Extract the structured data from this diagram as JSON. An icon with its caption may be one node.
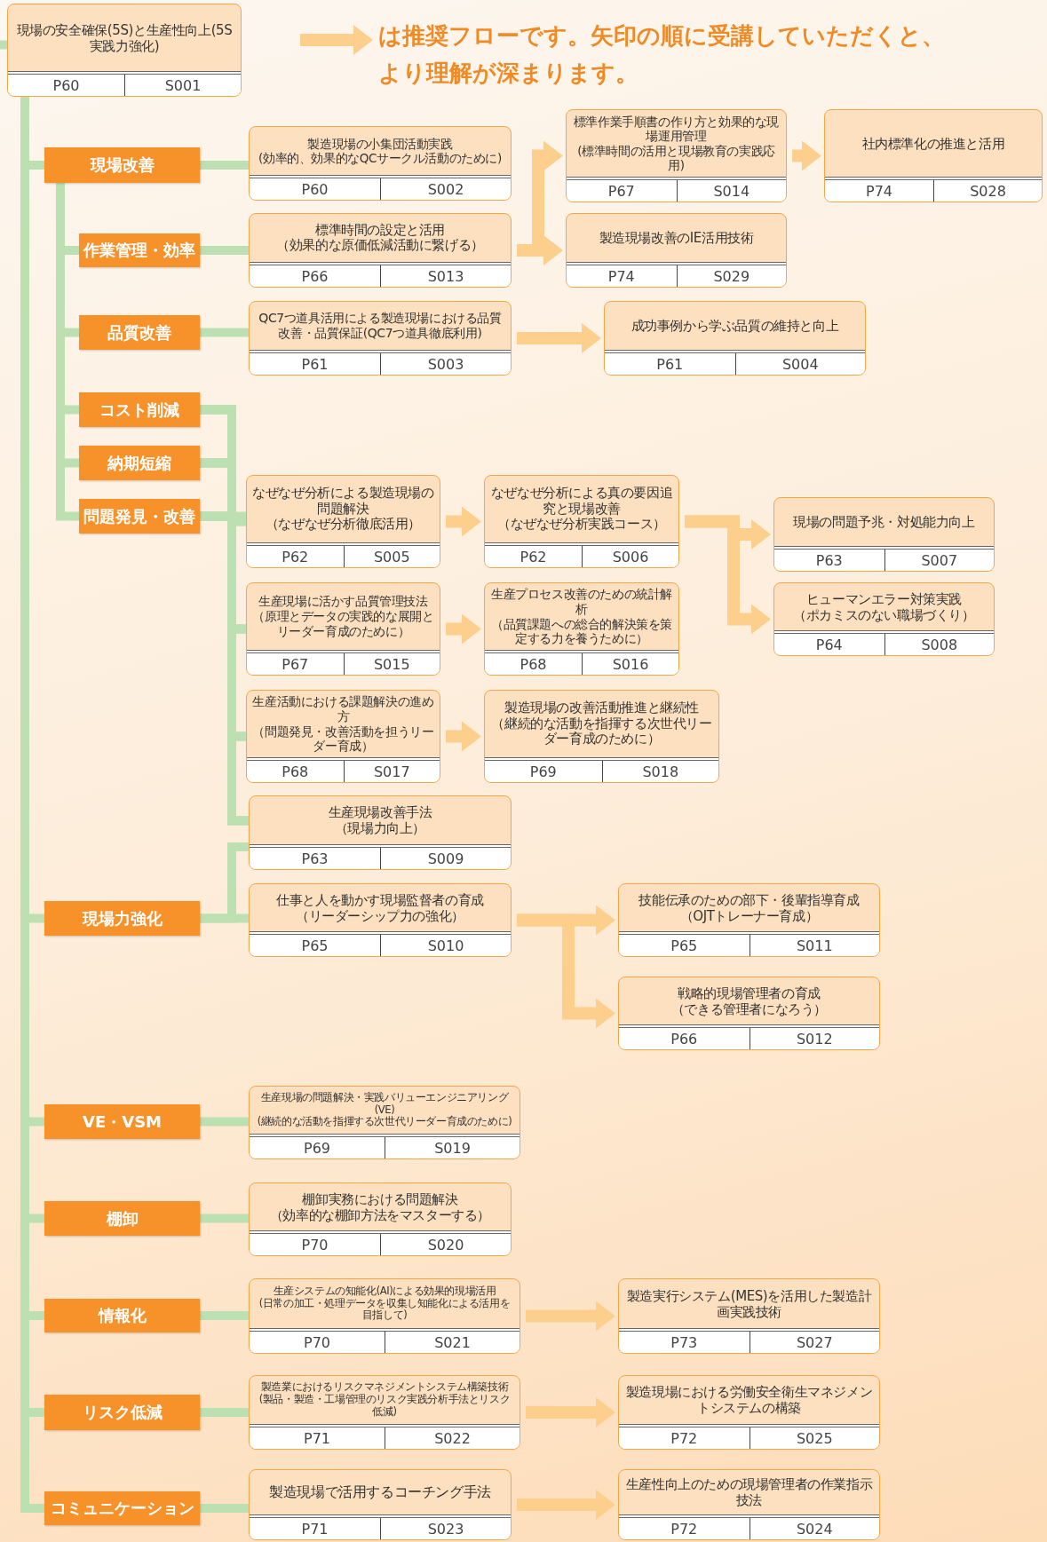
{
  "diagram": {
    "nodes": [
      {
        "text": [
          "現場の安全確保(5S)と生産性向上(5S実践力強化)",
          "P60",
          "S001"
        ]
      },
      {
        "text": [
          "現場改善"
        ]
      },
      {
        "text": [
          "製造現場の小集団活動実践",
          "(効率的、効果的なQCサークル活動のために)",
          "P60",
          "S002"
        ]
      },
      {
        "text": [
          "標準作業手順書の作り方と効果的な現場運用管理",
          "(標準時間の活用と現場教育の実践応用)",
          "P67",
          "S014"
        ]
      },
      {
        "text": [
          "社内標準化の推進と活用",
          "P74",
          "S028"
        ]
      },
      {
        "text": [
          "作業管理・効率"
        ]
      },
      {
        "text": [
          "標準時間の設定と活用",
          "（効果的な原価低減活動に繋げる）",
          "P66",
          "S013"
        ]
      },
      {
        "text": [
          "製造現場改善のIE活用技術",
          "P74",
          "S029"
        ]
      },
      {
        "text": [
          "品質改善"
        ]
      },
      {
        "text": [
          "QC7つ道具活用による製造現場における品質改善・品質保証(QC7つ道具徹底利用)",
          "P61",
          "S003"
        ]
      },
      {
        "text": [
          "成功事例から学ぶ品質の維持と向上",
          "P61",
          "S004"
        ]
      },
      {
        "text": [
          "コスト削減"
        ]
      },
      {
        "text": [
          "納期短縮"
        ]
      },
      {
        "text": [
          "問題発見・改善"
        ]
      },
      {
        "text": [
          "なぜなぜ分析による製造現場の問題解決",
          "（なぜなぜ分析徹底活用）",
          "P62",
          "S005"
        ]
      },
      {
        "text": [
          "なぜなぜ分析による真の要因追究と現場改善",
          "（なぜなぜ分析実践コース）",
          "P62",
          "S006"
        ]
      },
      {
        "text": [
          "現場の問題予兆・対処能力向上",
          "P63",
          "S007"
        ]
      },
      {
        "text": [
          "生産現場に活かす品質管理技法",
          "（原理とデータの実践的な展開とリーダー育成のために）",
          "P67",
          "S015"
        ]
      },
      {
        "text": [
          "生産プロセス改善のための統計解析",
          "（品質課題への総合的解決策を策定する力を養うために）",
          "P68",
          "S016"
        ]
      },
      {
        "text": [
          "ヒューマンエラー対策実践",
          "（ポカミスのない職場づくり）",
          "P64",
          "S008"
        ]
      },
      {
        "text": [
          "生産活動における課題解決の進め方",
          "（問題発見・改善活動を担うリーダー育成）",
          "P68",
          "S017"
        ]
      },
      {
        "text": [
          "製造現場の改善活動推進と継続性",
          "（継続的な活動を指揮する次世代リーダー育成のために）",
          "P69",
          "S018"
        ]
      },
      {
        "text": [
          "生産現場改善手法",
          "（現場力向上）",
          "P63",
          "S009"
        ]
      },
      {
        "text": [
          "現場力強化"
        ]
      },
      {
        "text": [
          "仕事と人を動かす現場監督者の育成",
          "（リーダーシップ力の強化）",
          "P65",
          "S010"
        ]
      },
      {
        "text": [
          "技能伝承のための部下・後輩指導育成",
          "（OJTトレーナー育成）",
          "P65",
          "S011"
        ]
      },
      {
        "text": [
          "戦略的現場管理者の育成",
          "（できる管理者になろう）",
          "P66",
          "S012"
        ]
      },
      {
        "text": [
          "VE・VSM"
        ]
      },
      {
        "text": [
          "生産現場の問題解決・実践バリューエンジニアリング (VE)",
          "(継続的な活動を指揮する次世代リーダー育成のために)",
          "P69",
          "S019"
        ]
      },
      {
        "text": [
          "棚卸"
        ]
      },
      {
        "text": [
          "棚卸実務における問題解決",
          "（効率的な棚卸方法をマスターする）",
          "P70",
          "S020"
        ]
      },
      {
        "text": [
          "情報化"
        ]
      },
      {
        "text": [
          "生産システムの知能化(AI)による効果的現場活用",
          "(日常の加工・処理データを収集し知能化による活用を目指して)",
          "P70",
          "S021"
        ]
      },
      {
        "text": [
          "製造実行システム(MES)を活用した製造計画実践技術",
          "P73",
          "S027"
        ]
      },
      {
        "text": [
          "リスク低減"
        ]
      },
      {
        "text": [
          "製造業におけるリスクマネジメントシステム構築技術",
          "(製品・製造・工場管理のリスク実践分析手法とリスク低減)",
          "P71",
          "S022"
        ]
      },
      {
        "text": [
          "製造現場における労働安全衛生マネジメントシステムの構築",
          "P72",
          "S025"
        ]
      },
      {
        "text": [
          "コミュニケーション"
        ]
      },
      {
        "text": [
          "製造現場で活用するコーチング手法",
          "P71",
          "S023"
        ]
      },
      {
        "text": [
          "生産性向上のための現場管理者の作業指示技法",
          "P72",
          "S024"
        ]
      }
    ],
    "edges": [
      {
        "from": null,
        "to": 0,
        "arrow": "none"
      },
      {
        "from": 0,
        "to": 1,
        "arrow": "none"
      },
      {
        "from": 0,
        "to": 23,
        "arrow": "none"
      },
      {
        "from": 0,
        "to": 27,
        "arrow": "none"
      },
      {
        "from": 0,
        "to": 29,
        "arrow": "none"
      },
      {
        "from": 0,
        "to": 31,
        "arrow": "none"
      },
      {
        "from": 0,
        "to": 34,
        "arrow": "none"
      },
      {
        "from": 0,
        "to": 37,
        "arrow": "none"
      },
      {
        "from": 1,
        "to": 5,
        "arrow": "none"
      },
      {
        "from": 1,
        "to": 8,
        "arrow": "none"
      },
      {
        "from": 1,
        "to": 11,
        "arrow": "none"
      },
      {
        "from": 1,
        "to": 12,
        "arrow": "none"
      },
      {
        "from": 1,
        "to": 13,
        "arrow": "none"
      },
      {
        "from": 1,
        "to": 2,
        "arrow": "none"
      },
      {
        "from": 5,
        "to": 6,
        "arrow": "none"
      },
      {
        "from": 8,
        "to": 9,
        "arrow": "none"
      },
      {
        "from": 11,
        "to": 14,
        "arrow": "none"
      },
      {
        "from": 11,
        "to": 17,
        "arrow": "none"
      },
      {
        "from": 11,
        "to": 20,
        "arrow": "none"
      },
      {
        "from": 11,
        "to": 22,
        "arrow": "none"
      },
      {
        "from": 12,
        "to": 14,
        "arrow": "none"
      },
      {
        "from": 12,
        "to": 17,
        "arrow": "none"
      },
      {
        "from": 12,
        "to": 20,
        "arrow": "none"
      },
      {
        "from": 12,
        "to": 22,
        "arrow": "none"
      },
      {
        "from": 13,
        "to": 14,
        "arrow": "none"
      },
      {
        "from": 13,
        "to": 17,
        "arrow": "none"
      },
      {
        "from": 13,
        "to": 20,
        "arrow": "none"
      },
      {
        "from": 13,
        "to": 22,
        "arrow": "none"
      },
      {
        "from": 23,
        "to": 22,
        "arrow": "none"
      },
      {
        "from": 23,
        "to": 24,
        "arrow": "none"
      },
      {
        "from": 27,
        "to": 28,
        "arrow": "none"
      },
      {
        "from": 29,
        "to": 30,
        "arrow": "none"
      },
      {
        "from": 31,
        "to": 32,
        "arrow": "none"
      },
      {
        "from": 34,
        "to": 35,
        "arrow": "none"
      },
      {
        "from": 37,
        "to": 38,
        "arrow": "none"
      },
      {
        "from": 6,
        "to": 3,
        "arrow": "to",
        "color": "#fccf8c"
      },
      {
        "from": 6,
        "to": 7,
        "arrow": "to",
        "color": "#fccf8c"
      },
      {
        "from": 3,
        "to": 4,
        "arrow": "to",
        "color": "#fccf8c"
      },
      {
        "from": 9,
        "to": 10,
        "arrow": "to",
        "color": "#fccf8c"
      },
      {
        "from": 14,
        "to": 15,
        "arrow": "to",
        "color": "#fccf8c"
      },
      {
        "from": 15,
        "to": 16,
        "arrow": "to",
        "color": "#fccf8c"
      },
      {
        "from": 15,
        "to": 19,
        "arrow": "to",
        "color": "#fccf8c"
      },
      {
        "from": 17,
        "to": 18,
        "arrow": "to",
        "color": "#fccf8c"
      },
      {
        "from": 20,
        "to": 21,
        "arrow": "to",
        "color": "#fccf8c"
      },
      {
        "from": 24,
        "to": 25,
        "arrow": "to",
        "color": "#fccf8c"
      },
      {
        "from": 24,
        "to": 26,
        "arrow": "to",
        "color": "#fccf8c"
      },
      {
        "from": 32,
        "to": 33,
        "arrow": "to",
        "color": "#fccf8c"
      },
      {
        "from": 35,
        "to": 36,
        "arrow": "to",
        "color": "#fccf8c"
      },
      {
        "from": 38,
        "to": 39,
        "arrow": "to",
        "color": "#fccf8c"
      }
    ],
    "legend": [
      {
        "text": "は推奨フローです。矢印の順に受講していただくと、より理解が深まります。"
      }
    ]
  }
}
